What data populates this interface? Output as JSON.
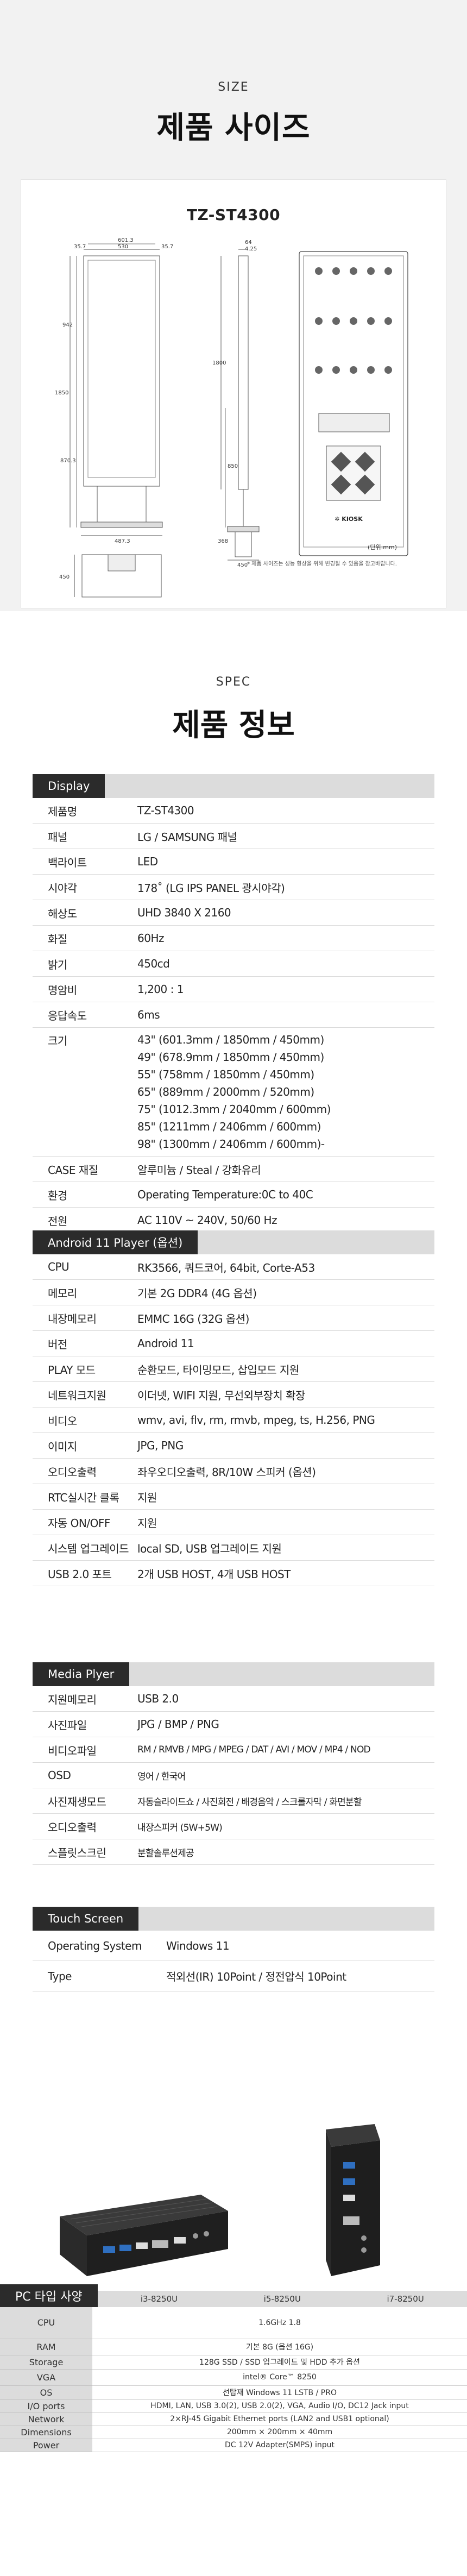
{
  "size": {
    "eyebrow": "SIZE",
    "title": "제품 사이즈",
    "model": "TZ-ST4300",
    "dims": {
      "top_w1": "601.3",
      "top_w2": "530",
      "top_side1": "35.7",
      "top_side2": "35.7",
      "depth_a": "64",
      "depth_b": "4.25",
      "h_total": "1850",
      "h_upper": "942",
      "h_mid": "870.3",
      "side_h": "1800",
      "side_stand": "850",
      "base_w": "487.3",
      "base_h": "450",
      "base_side": "368",
      "base_d": "450"
    },
    "logo": "✲ KIOSK",
    "unit": "(단위:mm)",
    "note": "* 제품 사이즈는 성능 향상을 위해 변경될 수 있음을 참고바랍니다."
  },
  "spec": {
    "eyebrow": "SPEC",
    "title": "제품 정보",
    "display": {
      "tab": "Display",
      "rows": [
        {
          "label": "제품명",
          "value": "TZ-ST4300"
        },
        {
          "label": "패널",
          "value": "LG  / SAMSUNG 패널"
        },
        {
          "label": "백라이트",
          "value": "LED"
        },
        {
          "label": "시야각",
          "value": "178˚ (LG IPS PANEL 광시야각)"
        },
        {
          "label": "해상도",
          "value": "UHD 3840 X 2160"
        },
        {
          "label": "화질",
          "value": "60Hz"
        },
        {
          "label": "밝기",
          "value": "450cd"
        },
        {
          "label": "명암비",
          "value": "1,200 : 1"
        },
        {
          "label": "응답속도",
          "value": "6ms"
        }
      ],
      "size_label": "크기",
      "size_lines": [
        "43\" (601.3mm / 1850mm / 450mm)",
        "49\" (678.9mm / 1850mm / 450mm)",
        "55\" (758mm / 1850mm / 450mm)",
        "65\" (889mm / 2000mm / 520mm)",
        "75\" (1012.3mm / 2040mm / 600mm)",
        "85\" (1211mm / 2406mm / 600mm)",
        "98\" (1300mm / 2406mm / 600mm)-"
      ],
      "rows2": [
        {
          "label": "CASE 재질",
          "value": "알루미늄 / Steal / 강화유리"
        },
        {
          "label": "환경",
          "value": "Operating Temperature:0C to 40C"
        },
        {
          "label": "전원",
          "value": "AC 110V ~ 240V, 50/60 Hz"
        }
      ]
    },
    "android": {
      "tab": "Android 11 Player (옵션)",
      "rows": [
        {
          "label": "CPU",
          "value": "RK3566, 쿼드코어, 64bit, Corte-A53"
        },
        {
          "label": "메모리",
          "value": "기본 2G DDR4 (4G 옵션)"
        },
        {
          "label": "내장메모리",
          "value": "EMMC 16G (32G 옵션)"
        },
        {
          "label": "버전",
          "value": "Android 11"
        },
        {
          "label": "PLAY 모드",
          "value": "순환모드, 타이밍모드, 삽입모드 지원"
        },
        {
          "label": "네트워크지원",
          "value": "이더넷, WIFI 지원, 무선외부장치 확장"
        },
        {
          "label": "비디오",
          "value": "wmv, avi, flv, rm, rmvb, mpeg, ts, H.256, PNG"
        },
        {
          "label": "이미지",
          "value": "JPG, PNG"
        },
        {
          "label": "오디오출력",
          "value": "좌우오디오출력, 8R/10W 스피커 (옵션)"
        },
        {
          "label": "RTC실시간 클록",
          "value": "지원"
        },
        {
          "label": "자동 ON/OFF",
          "value": "지원"
        },
        {
          "label": "시스템 업그레이드",
          "value": "local SD, USB 업그레이드 지원"
        },
        {
          "label": "USB 2.0 포트",
          "value": "2개 USB HOST, 4개 USB HOST"
        }
      ]
    },
    "media": {
      "tab": "Media Plyer",
      "rows": [
        {
          "label": "지원메모리",
          "value": "USB 2.0",
          "small": false
        },
        {
          "label": "사진파일",
          "value": "JPG / BMP / PNG",
          "small": false
        },
        {
          "label": "비디오파일",
          "value": "RM / RMVB / MPG / MPEG / DAT / AVI / MOV / MP4 / NOD",
          "small": true
        },
        {
          "label": "OSD",
          "value": "영어 / 한국어",
          "small": true
        },
        {
          "label": "사진재생모드",
          "value": "자동슬라이드쇼 / 사진회전 / 배경음악 / 스크롤자막 / 화면분할",
          "small": true
        },
        {
          "label": "오디오출력",
          "value": "내장스피커 (5W+5W)",
          "small": true
        },
        {
          "label": "스플릿스크린",
          "value": "분할솔루션제공",
          "small": true
        }
      ]
    },
    "touch": {
      "tab": "Touch Screen",
      "rows": [
        {
          "label": "Operating System",
          "value": "Windows 11"
        },
        {
          "label": "Type",
          "value": "적외선(IR) 10Point  /  정전압식 10Point"
        }
      ]
    },
    "pc": {
      "tab": "PC 타입 사양",
      "columns": [
        "i3-8250U",
        "i5-8250U",
        "i7-8250U"
      ],
      "rows": [
        {
          "label": "CPU",
          "value": "1.6GHz 1.8"
        },
        {
          "label": "RAM",
          "value": "기본 8G (옵션 16G)"
        },
        {
          "label": "Storage",
          "value": "128G SSD / SSD 업그레이드 및 HDD 추가 옵션"
        },
        {
          "label": "VGA",
          "value": "intel® Core™ 8250"
        },
        {
          "label": "OS",
          "value": "선탑재 Windows 11 LSTB / PRO"
        },
        {
          "label": "I/O ports",
          "value": "HDMI, LAN, USB 3.0(2), USB 2.0(2), VGA, Audio I/O, DC12 Jack input"
        },
        {
          "label": "Network",
          "value": "2×RJ-45 Gigabit Ethernet ports (LAN2 and USB1 optional)"
        },
        {
          "label": "Dimensions",
          "value": "200mm × 200mm × 40mm"
        },
        {
          "label": "Power",
          "value": "DC 12V Adapter(SMPS) input"
        }
      ]
    }
  }
}
